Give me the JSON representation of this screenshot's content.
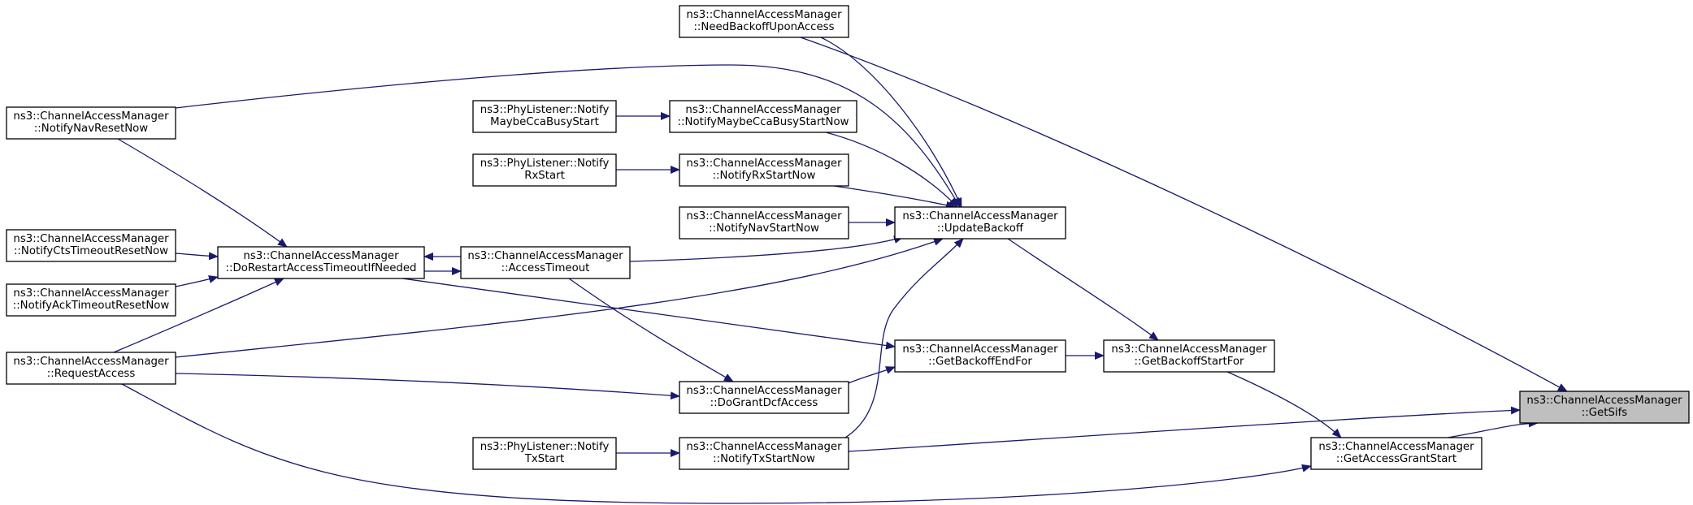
{
  "graph": {
    "nodes": {
      "NeedBackoffUponAccess": [
        "ns3::ChannelAccessManager",
        "::NeedBackoffUponAccess"
      ],
      "NotifyNavResetNow": [
        "ns3::ChannelAccessManager",
        "::NotifyNavResetNow"
      ],
      "PL_NotifyMaybeCcaBusyStart": [
        "ns3::PhyListener::Notify",
        "MaybeCcaBusyStart"
      ],
      "NotifyMaybeCcaBusyStartNow": [
        "ns3::ChannelAccessManager",
        "::NotifyMaybeCcaBusyStartNow"
      ],
      "PL_NotifyRxStart": [
        "ns3::PhyListener::Notify",
        "RxStart"
      ],
      "NotifyRxStartNow": [
        "ns3::ChannelAccessManager",
        "::NotifyRxStartNow"
      ],
      "NotifyNavStartNow": [
        "ns3::ChannelAccessManager",
        "::NotifyNavStartNow"
      ],
      "UpdateBackoff": [
        "ns3::ChannelAccessManager",
        "::UpdateBackoff"
      ],
      "NotifyCtsTimeoutResetNow": [
        "ns3::ChannelAccessManager",
        "::NotifyCtsTimeoutResetNow"
      ],
      "DoRestartAccessTimeoutIfNeeded": [
        "ns3::ChannelAccessManager",
        "::DoRestartAccessTimeoutIfNeeded"
      ],
      "AccessTimeout": [
        "ns3::ChannelAccessManager",
        "::AccessTimeout"
      ],
      "NotifyAckTimeoutResetNow": [
        "ns3::ChannelAccessManager",
        "::NotifyAckTimeoutResetNow"
      ],
      "RequestAccess": [
        "ns3::ChannelAccessManager",
        "::RequestAccess"
      ],
      "GetBackoffEndFor": [
        "ns3::ChannelAccessManager",
        "::GetBackoffEndFor"
      ],
      "GetBackoffStartFor": [
        "ns3::ChannelAccessManager",
        "::GetBackoffStartFor"
      ],
      "DoGrantDcfAccess": [
        "ns3::ChannelAccessManager",
        "::DoGrantDcfAccess"
      ],
      "GetSifs": [
        "ns3::ChannelAccessManager",
        "::GetSifs"
      ],
      "PL_NotifyTxStart": [
        "ns3::PhyListener::Notify",
        "TxStart"
      ],
      "NotifyTxStartNow": [
        "ns3::ChannelAccessManager",
        "::NotifyTxStartNow"
      ],
      "GetAccessGrantStart": [
        "ns3::ChannelAccessManager",
        "::GetAccessGrantStart"
      ]
    },
    "focus": "GetSifs",
    "edges": [
      [
        "NeedBackoffUponAccess",
        "GetSifs"
      ],
      [
        "GetAccessGrantStart",
        "GetSifs"
      ],
      [
        "NotifyTxStartNow",
        "GetSifs"
      ],
      [
        "GetBackoffStartFor",
        "GetAccessGrantStart"
      ],
      [
        "RequestAccess",
        "GetAccessGrantStart"
      ],
      [
        "UpdateBackoff",
        "GetBackoffStartFor"
      ],
      [
        "GetBackoffEndFor",
        "GetBackoffStartFor"
      ],
      [
        "DoRestartAccessTimeoutIfNeeded",
        "GetBackoffEndFor"
      ],
      [
        "DoGrantDcfAccess",
        "GetBackoffEndFor"
      ],
      [
        "NeedBackoffUponAccess",
        "UpdateBackoff"
      ],
      [
        "NotifyNavResetNow",
        "UpdateBackoff"
      ],
      [
        "NotifyMaybeCcaBusyStartNow",
        "UpdateBackoff"
      ],
      [
        "NotifyRxStartNow",
        "UpdateBackoff"
      ],
      [
        "NotifyNavStartNow",
        "UpdateBackoff"
      ],
      [
        "AccessTimeout",
        "UpdateBackoff"
      ],
      [
        "RequestAccess",
        "UpdateBackoff"
      ],
      [
        "NotifyTxStartNow",
        "UpdateBackoff"
      ],
      [
        "PL_NotifyMaybeCcaBusyStart",
        "NotifyMaybeCcaBusyStartNow"
      ],
      [
        "PL_NotifyRxStart",
        "NotifyRxStartNow"
      ],
      [
        "PL_NotifyTxStart",
        "NotifyTxStartNow"
      ],
      [
        "AccessTimeout",
        "DoRestartAccessTimeoutIfNeeded"
      ],
      [
        "DoRestartAccessTimeoutIfNeeded",
        "AccessTimeout"
      ],
      [
        "AccessTimeout",
        "DoGrantDcfAccess"
      ],
      [
        "RequestAccess",
        "DoGrantDcfAccess"
      ],
      [
        "NotifyNavResetNow",
        "DoRestartAccessTimeoutIfNeeded"
      ],
      [
        "NotifyCtsTimeoutResetNow",
        "DoRestartAccessTimeoutIfNeeded"
      ],
      [
        "NotifyAckTimeoutResetNow",
        "DoRestartAccessTimeoutIfNeeded"
      ],
      [
        "RequestAccess",
        "DoRestartAccessTimeoutIfNeeded"
      ]
    ]
  }
}
